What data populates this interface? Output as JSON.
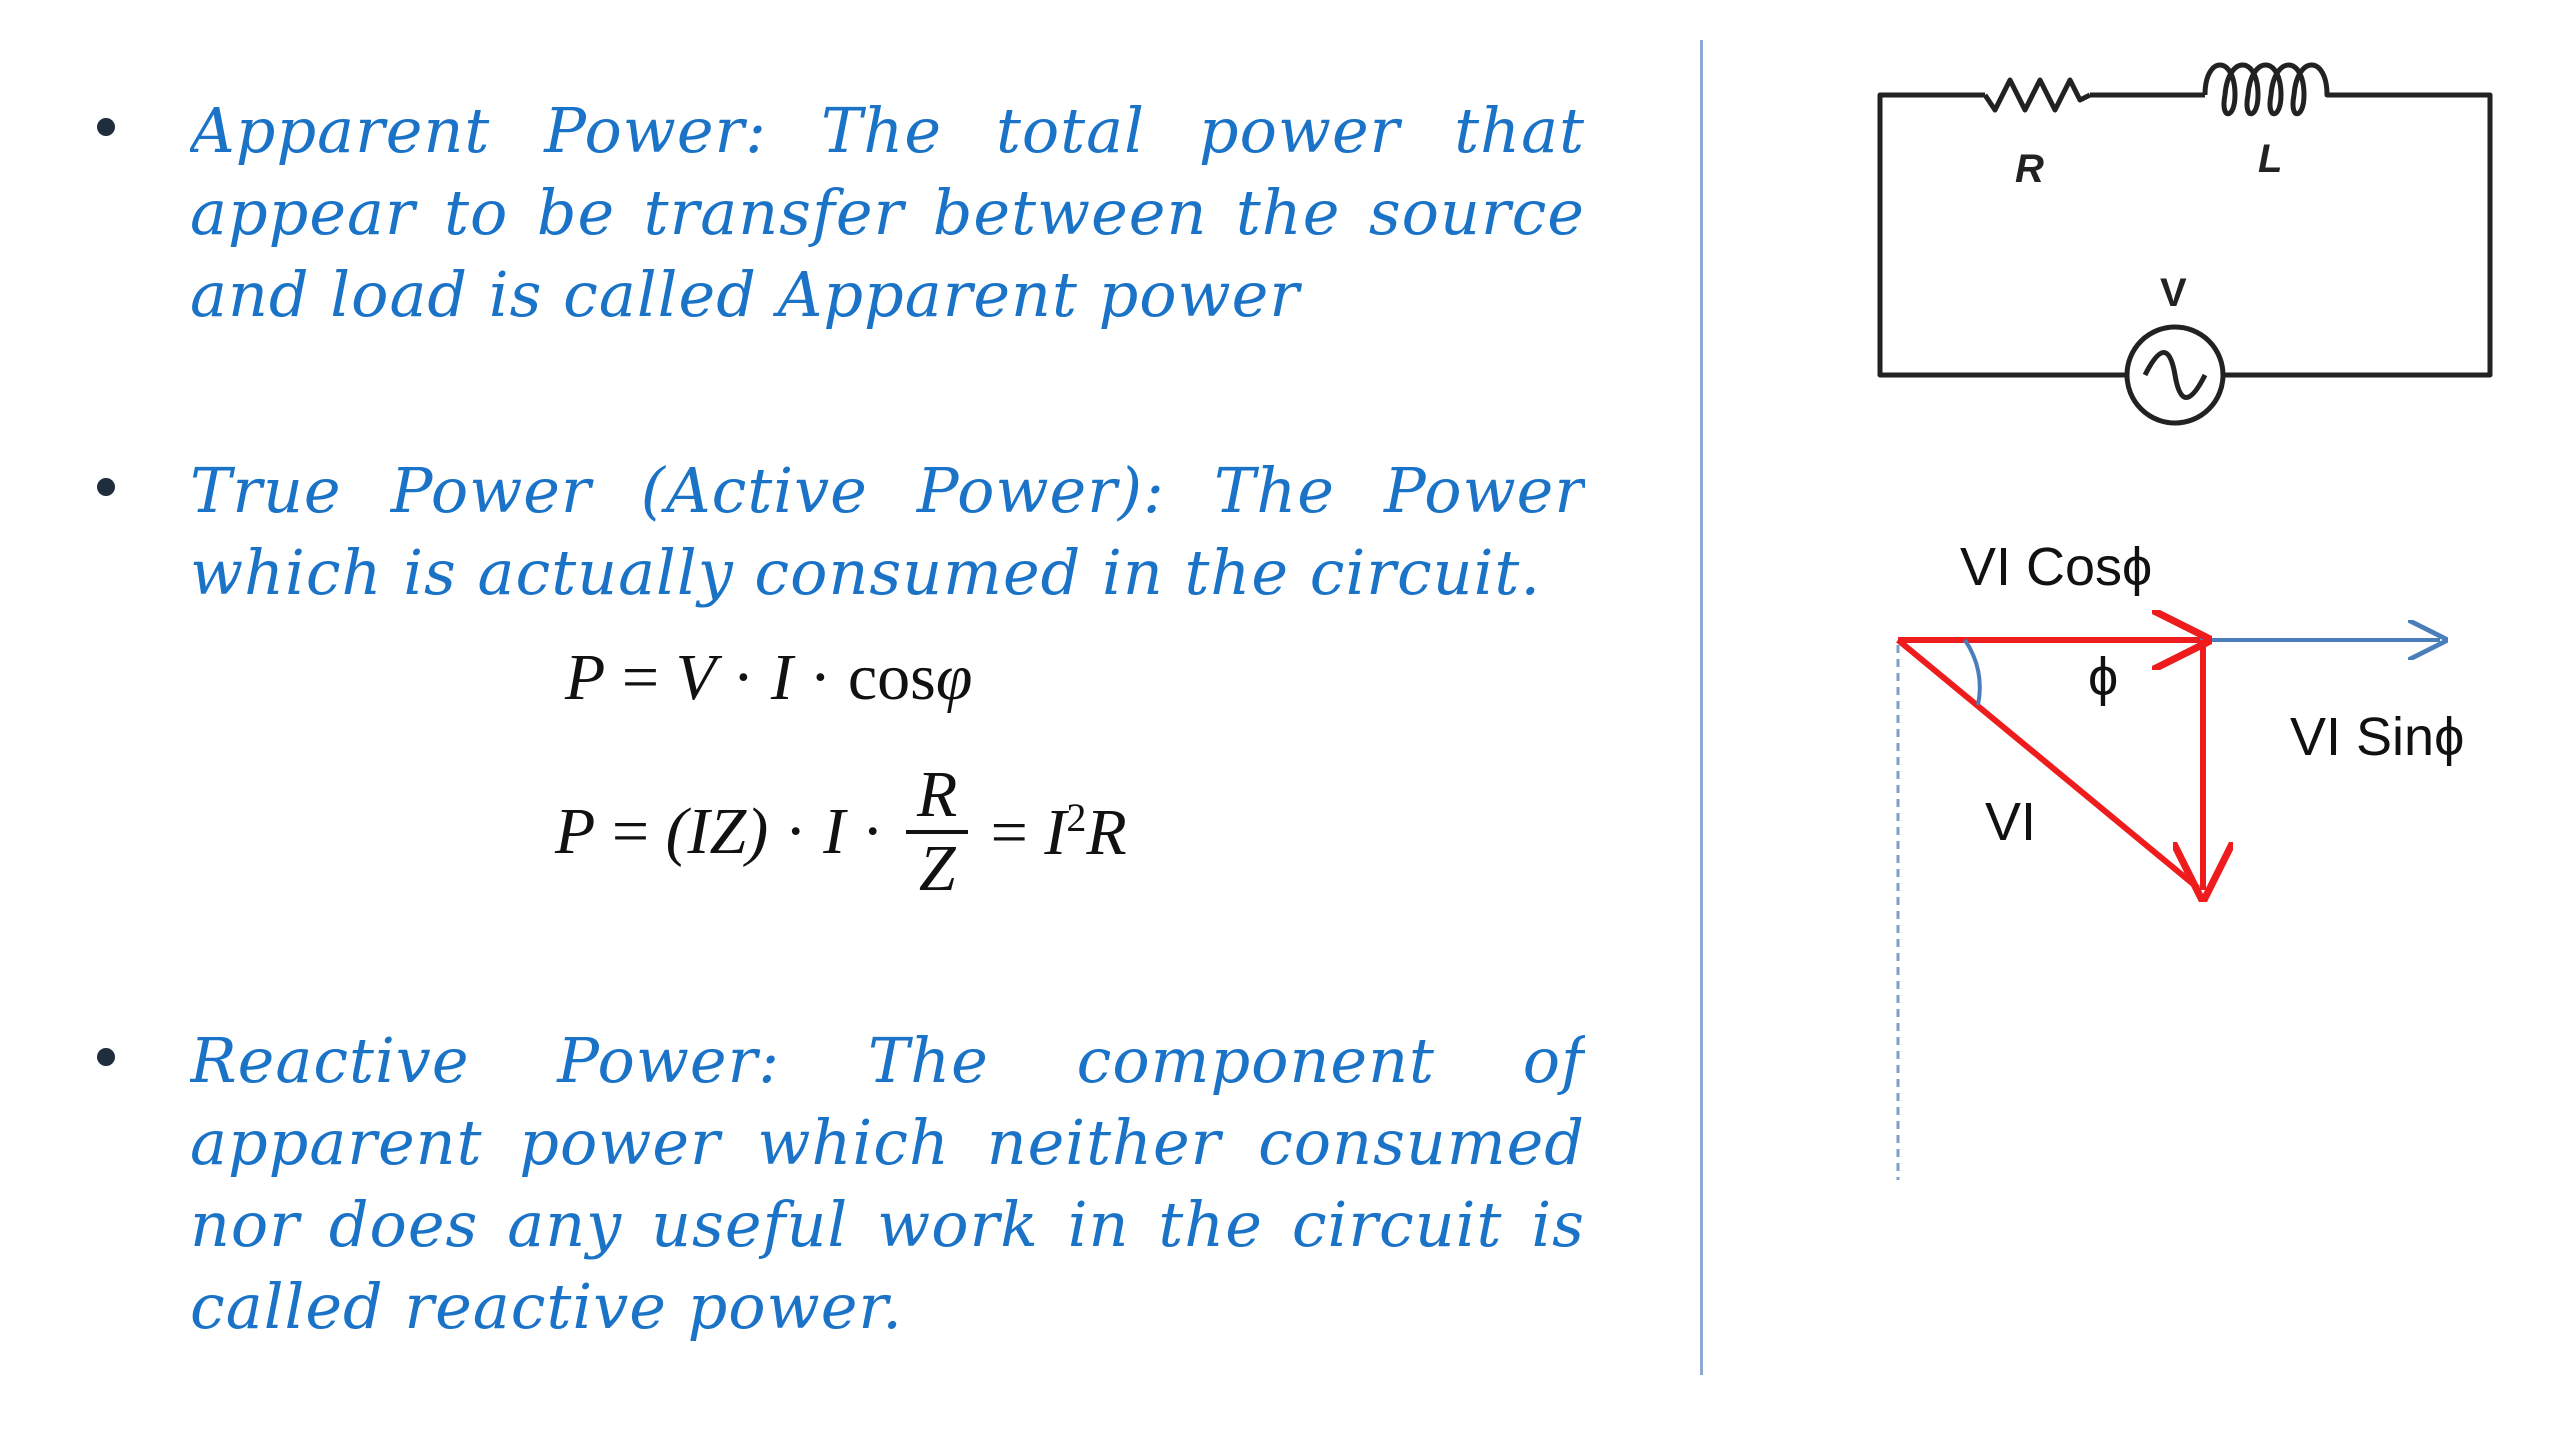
{
  "bullets": [
    {
      "lines": [
        "Apparent Power: The total power that",
        "appear to be transfer between the source",
        "and load is called Apparent power"
      ]
    },
    {
      "lines": [
        "True Power (Active Power): The Power",
        "which is actually consumed in the circuit."
      ]
    },
    {
      "lines": [
        "Reactive Power: The component of",
        "apparent power which neither consumed",
        "nor does any useful work in the circuit is",
        "called reactive power."
      ]
    }
  ],
  "formulas": {
    "f1": {
      "lhs": "P",
      "eq": "=",
      "t1": "V",
      "dot": "·",
      "t2": "I",
      "cos": "cos",
      "phi": "φ"
    },
    "f2": {
      "lhs": "P",
      "eq": "=",
      "open": "(IZ)",
      "dot": "·",
      "i": "I",
      "num": "R",
      "den": "Z",
      "eq2": "=",
      "base": "I",
      "exp": "2",
      "r": "R"
    }
  },
  "circuit": {
    "resistor_label": "R",
    "inductor_label": "L",
    "source_label": "V"
  },
  "phasor": {
    "vi_cos_label": "VI Cosϕ",
    "vi_sin_label": "VI Sinϕ",
    "vi_label": "VI",
    "phi_label": "ϕ",
    "colors": {
      "triangle": "#ee1c1c",
      "axis": "#4a7ebb",
      "dashed": "#7f9fc9"
    }
  }
}
